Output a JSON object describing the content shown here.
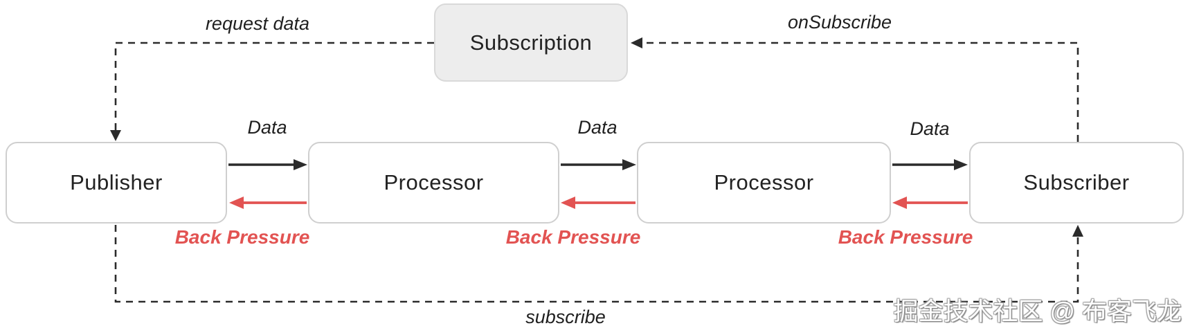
{
  "diagram": {
    "nodes": [
      {
        "id": "publisher",
        "label": "Publisher"
      },
      {
        "id": "processor-1",
        "label": "Processor"
      },
      {
        "id": "processor-2",
        "label": "Processor"
      },
      {
        "id": "subscriber",
        "label": "Subscriber"
      },
      {
        "id": "subscription",
        "label": "Subscription"
      }
    ],
    "edge_labels": {
      "request_data": "request data",
      "on_subscribe": "onSubscribe",
      "subscribe": "subscribe",
      "data_1": "Data",
      "data_2": "Data",
      "data_3": "Data",
      "back_pressure_1": "Back Pressure",
      "back_pressure_2": "Back Pressure",
      "back_pressure_3": "Back Pressure"
    },
    "colors": {
      "data_arrow": "#2b2b2b",
      "back_pressure": "#e25352",
      "dashed_line": "#2b2b2b",
      "node_border": "#cfcfcf",
      "node_fill": "#ffffff",
      "subscription_fill": "#ededed",
      "label_color": "#1f1f1f"
    }
  },
  "watermark": {
    "text": "掘金技术社区 @ 布客飞龙"
  }
}
